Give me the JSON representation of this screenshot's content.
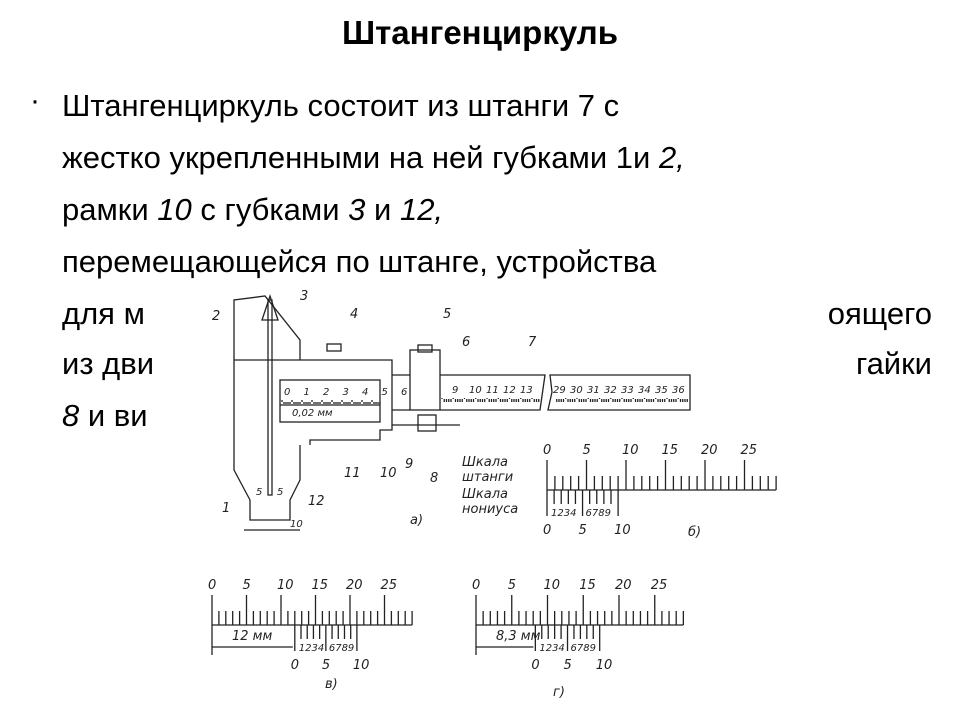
{
  "title": "Штангенциркуль",
  "bullet": "·",
  "lines": [
    {
      "a": "Штангенциркуль состоит из штанги 7 с"
    },
    {
      "a": "жестко укрепленными на ней губками 1и ",
      "b": "2,"
    },
    {
      "a": "рамки ",
      "b": "10",
      "c": " с губками ",
      "d": "3",
      "e": " и ",
      "f": "12,"
    },
    {
      "a": "перемещающейся по штанге, устройства"
    },
    {
      "a": "для м",
      "r": "оящего"
    },
    {
      "a": "из дви",
      "r": "гайки"
    },
    {
      "a": "8",
      "b": " и ви"
    }
  ],
  "figure": {
    "callouts": [
      "1",
      "2",
      "3",
      "4",
      "5",
      "6",
      "7",
      "8",
      "9",
      "10",
      "11",
      "12"
    ],
    "jaw_marks": [
      "5",
      "5",
      "10"
    ],
    "frame_scale": [
      "0",
      "1",
      "2",
      "3",
      "4",
      "5",
      "6"
    ],
    "frame_precision": "0,02 мм",
    "bar_scale_a": [
      "9",
      "10",
      "11",
      "12",
      "13"
    ],
    "bar_scale_b": [
      "29",
      "30",
      "31",
      "32",
      "33",
      "34",
      "35",
      "36"
    ],
    "scale_main_label": [
      "Шкала",
      "штанги"
    ],
    "scale_vernier_label": [
      "Шкала",
      "нониуса"
    ],
    "main_ticks": [
      "0",
      "5",
      "10",
      "15",
      "20",
      "25"
    ],
    "vernier_ticks": [
      "0",
      "5",
      "10"
    ],
    "vernier_small_left": "1234",
    "vernier_small_right": "6789",
    "caption_a": "а)",
    "caption_b": "б)",
    "caption_v": "в)",
    "caption_g": "г)",
    "reading_v": "12 мм",
    "reading_g": "8,3 мм",
    "reading_v_mm": 12,
    "reading_g_mm": 8.3
  }
}
